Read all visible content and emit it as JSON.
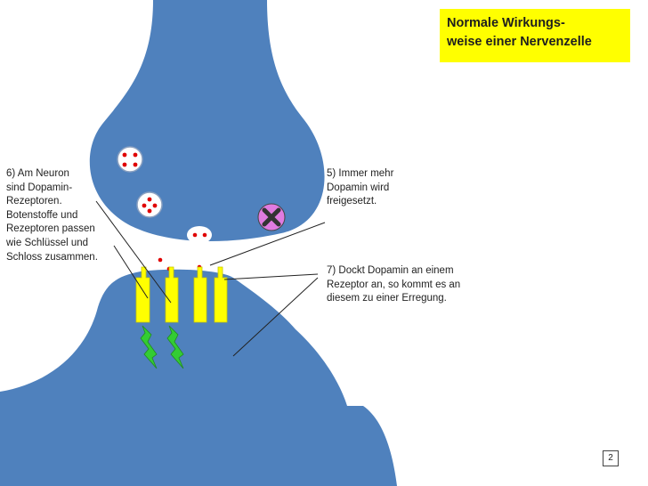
{
  "title": {
    "line1": "Normale Wirkungs-",
    "line2": "weise einer Nervenzelle"
  },
  "notes": {
    "note6": [
      "6) Am Neuron",
      "sind Dopamin-",
      "Rezeptoren.",
      "Botenstoffe und",
      "Rezeptoren passen",
      "wie Schlüssel und",
      "Schloss zusammen."
    ],
    "note5": [
      "5) Immer mehr",
      "Dopamin wird",
      "freigesetzt."
    ],
    "note7": [
      "7) Dockt Dopamin an einem",
      "Rezeptor an, so kommt es an",
      "diesem zu einer Erregung."
    ]
  },
  "page_number": "2",
  "colors": {
    "neuron": "#4f81bd",
    "title_background": "#ffff00",
    "receptor": "#ffff00",
    "signal": "#33cc33",
    "dopamine": "#e00000",
    "blocker": "#e07be0"
  }
}
